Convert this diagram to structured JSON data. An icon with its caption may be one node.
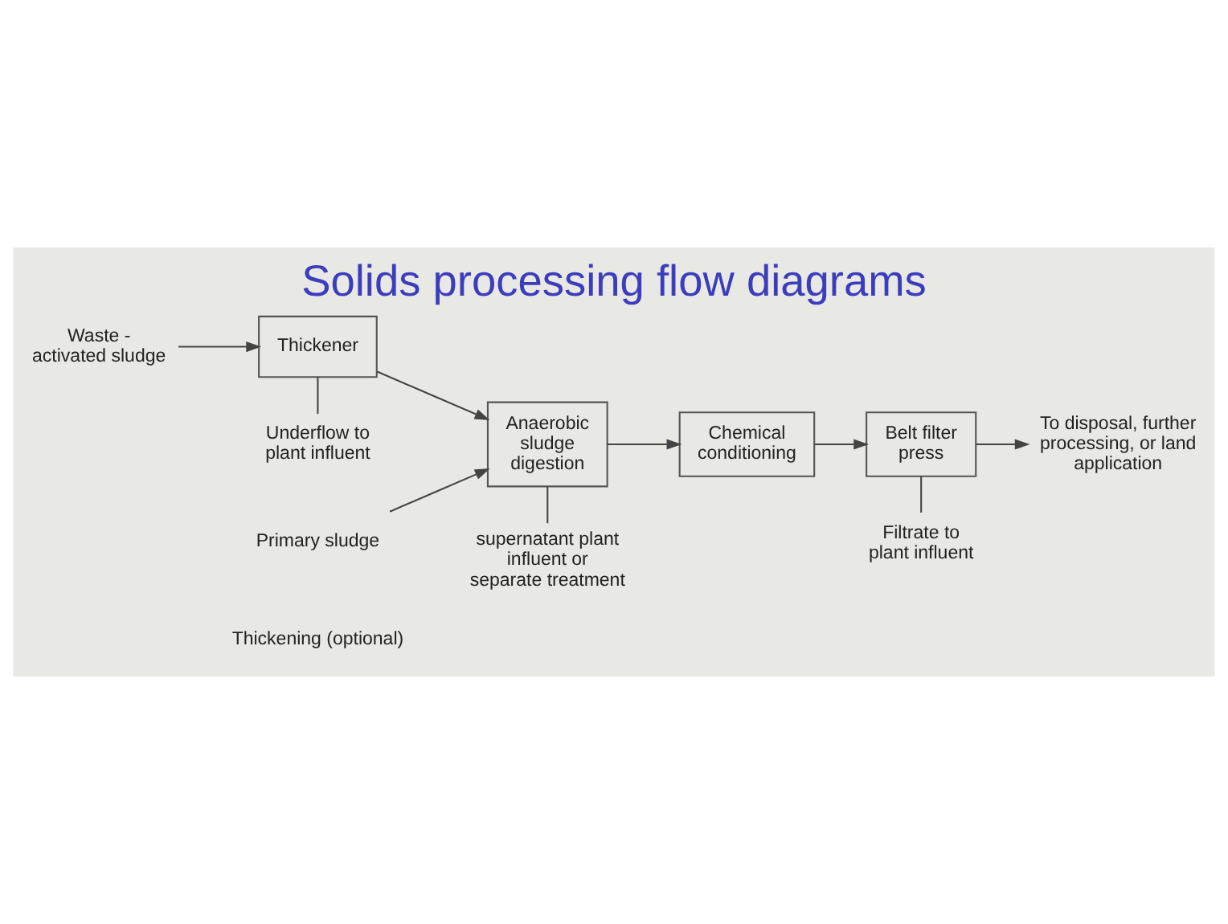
{
  "diagram": {
    "title": "Solids processing flow diagrams",
    "nodes": [
      {
        "text": [
          "Waste - activated sludge"
        ]
      },
      {
        "text": [
          "Thickener"
        ]
      },
      {
        "text": [
          "Underflow to plant influent"
        ]
      },
      {
        "text": [
          "Primary sludge"
        ]
      },
      {
        "text": [
          "Anaerobic sludge digestion"
        ]
      },
      {
        "text": [
          "supernatant plant influent or separate treatment"
        ]
      },
      {
        "text": [
          "Chemical conditioning"
        ]
      },
      {
        "text": [
          "Belt filter press"
        ]
      },
      {
        "text": [
          "Filtrate to plant influent"
        ]
      },
      {
        "text": [
          "To disposal, further processing, or land application"
        ]
      }
    ],
    "edges": [
      {
        "from": 0,
        "to": 1,
        "arrow": "to"
      },
      {
        "from": 1,
        "to": 4,
        "arrow": "to"
      },
      {
        "from": 3,
        "to": 4,
        "arrow": "to"
      },
      {
        "from": 1,
        "to": 2,
        "arrow": "none"
      },
      {
        "from": 4,
        "to": 5,
        "arrow": "none"
      },
      {
        "from": 4,
        "to": 6,
        "arrow": "to"
      },
      {
        "from": 6,
        "to": 7,
        "arrow": "to"
      },
      {
        "from": 7,
        "to": 8,
        "arrow": "none"
      },
      {
        "from": 7,
        "to": 9,
        "arrow": "to"
      }
    ],
    "labels": [
      "Thickening (optional)"
    ]
  }
}
